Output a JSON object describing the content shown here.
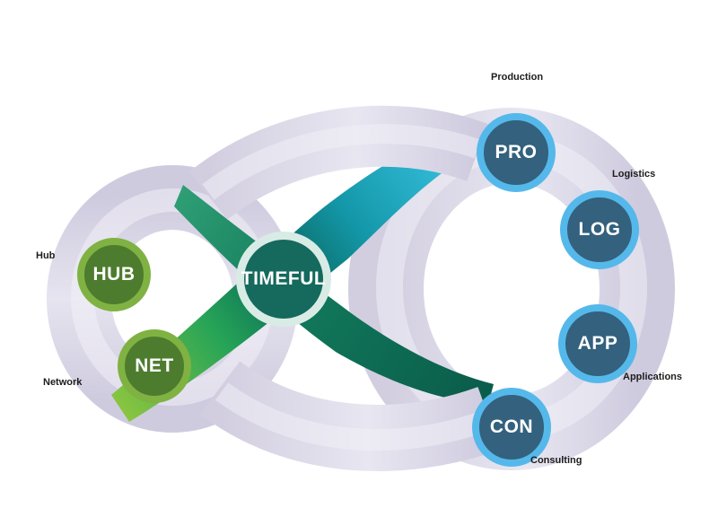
{
  "diagram": {
    "type": "infinity-loop",
    "nodes": {
      "timeful": {
        "label": "TIMEFUL"
      },
      "hub": {
        "label": "HUB",
        "caption": "Hub"
      },
      "net": {
        "label": "NET",
        "caption": "Network"
      },
      "pro": {
        "label": "PRO",
        "caption": "Production"
      },
      "log": {
        "label": "LOG",
        "caption": "Logistics"
      },
      "app": {
        "label": "APP",
        "caption": "Applications"
      },
      "con": {
        "label": "CON",
        "caption": "Consulting"
      }
    },
    "palette": {
      "green_node_fill": "#4d7c2e",
      "green_node_ring": "#7fb242",
      "blue_node_fill": "#33617e",
      "blue_node_ring": "#55b8ea",
      "center_node_fill": "#15695d",
      "center_node_ring": "#d8ece5",
      "ribbon_lavender": "#d9d6e5",
      "ribbon_green_start": "#8dc63f",
      "ribbon_teal_end": "#36bedc",
      "ribbon_dark_green": "#0b6350",
      "caption_text": "#1c1c1c"
    }
  }
}
